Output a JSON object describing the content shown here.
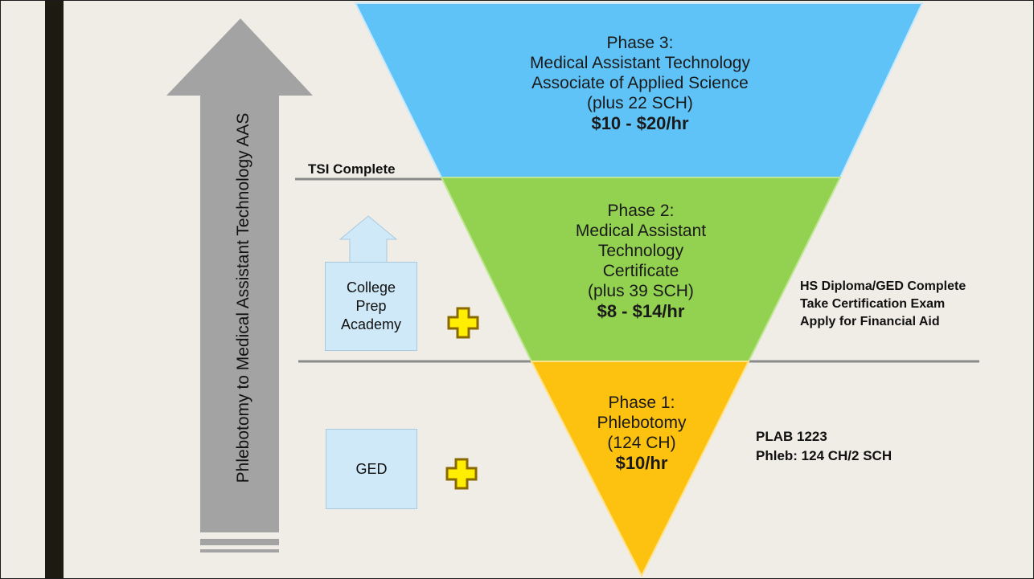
{
  "diagram": {
    "arrow_label": "Phlebotomy to Medical Assistant Technology AAS",
    "phase3": {
      "title": "Phase 3:",
      "program_line1": "Medical Assistant Technology",
      "program_line2": "Associate of Applied Science",
      "credits": "(plus 22 SCH)",
      "wage": "$10 - $20/hr",
      "color": "#5fc3f8"
    },
    "phase2": {
      "title": "Phase 2:",
      "program_line1": "Medical Assistant",
      "program_line2": "Technology",
      "program_line3": "Certificate",
      "credits": "(plus 39 SCH)",
      "wage": "$8 - $14/hr",
      "color": "#93d150"
    },
    "phase1": {
      "title": "Phase 1:",
      "program_line1": "Phlebotomy",
      "credits": "(124 CH)",
      "wage": "$10/hr",
      "color": "#fdc10f"
    },
    "tsi_label": "TSI Complete",
    "college_prep": {
      "line1": "College",
      "line2": "Prep",
      "line3": "Academy"
    },
    "ged_label": "GED",
    "phase2_notes": [
      "HS Diploma/GED Complete",
      "Take Certification Exam",
      "Apply for Financial Aid"
    ],
    "phase1_notes": [
      "PLAB 1223",
      "Phleb: 124 CH/2 SCH"
    ]
  }
}
